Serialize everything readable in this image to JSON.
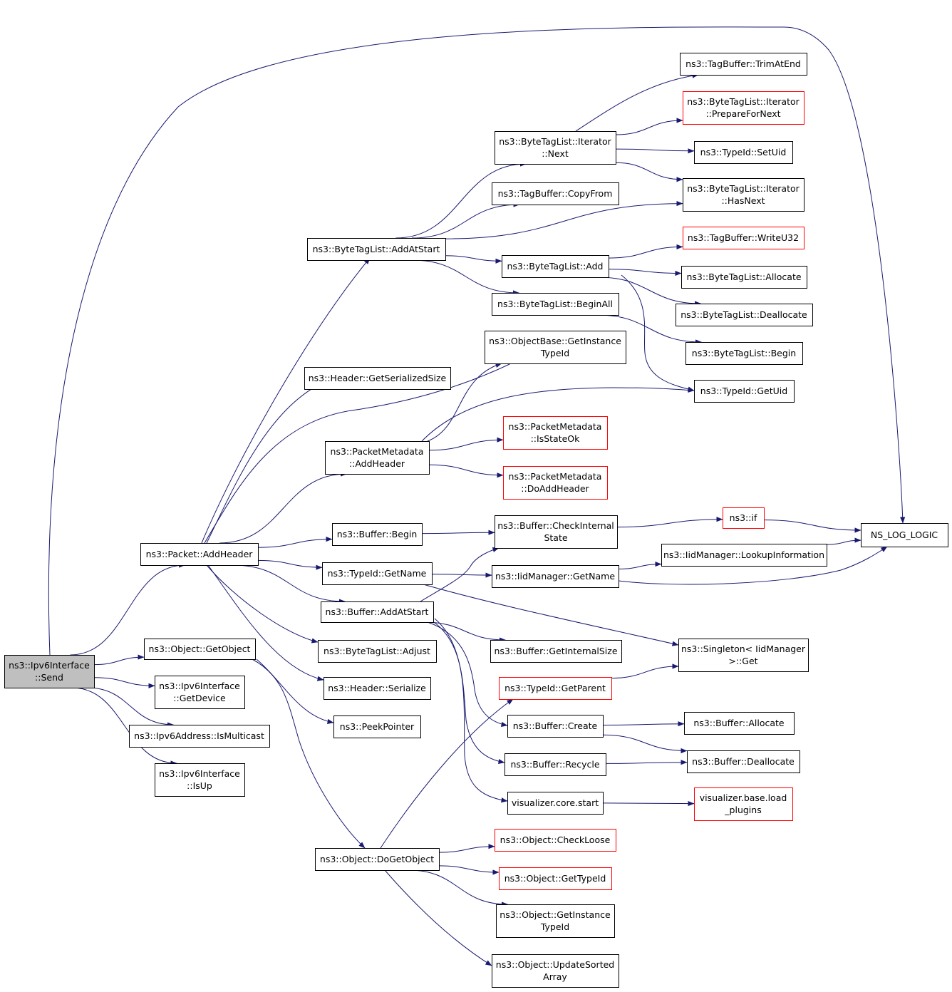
{
  "colors": {
    "edge": "#191970",
    "border_normal": "#000000",
    "border_truncated": "#ff0000",
    "fill_root": "#bfbfbf",
    "fill_normal": "#ffffff"
  },
  "nodes": [
    {
      "id": "send",
      "lines": [
        "ns3::Ipv6Interface",
        "::Send"
      ],
      "kind": "root"
    },
    {
      "id": "addheader",
      "lines": [
        "ns3::Packet::AddHeader"
      ],
      "kind": "normal"
    },
    {
      "id": "getobject",
      "lines": [
        "ns3::Object::GetObject"
      ],
      "kind": "normal"
    },
    {
      "id": "getdevice",
      "lines": [
        "ns3::Ipv6Interface",
        "::GetDevice"
      ],
      "kind": "normal"
    },
    {
      "id": "ismulticast",
      "lines": [
        "ns3::Ipv6Address::IsMulticast"
      ],
      "kind": "normal"
    },
    {
      "id": "isup",
      "lines": [
        "ns3::Ipv6Interface",
        "::IsUp"
      ],
      "kind": "normal"
    },
    {
      "id": "btl_addatstart",
      "lines": [
        "ns3::ByteTagList::AddAtStart"
      ],
      "kind": "normal"
    },
    {
      "id": "hdr_getsersize",
      "lines": [
        "ns3::Header::GetSerializedSize"
      ],
      "kind": "normal"
    },
    {
      "id": "pm_addheader",
      "lines": [
        "ns3::PacketMetadata",
        "::AddHeader"
      ],
      "kind": "normal"
    },
    {
      "id": "buf_begin",
      "lines": [
        "ns3::Buffer::Begin"
      ],
      "kind": "normal"
    },
    {
      "id": "tid_getname",
      "lines": [
        "ns3::TypeId::GetName"
      ],
      "kind": "normal"
    },
    {
      "id": "buf_addatstart",
      "lines": [
        "ns3::Buffer::AddAtStart"
      ],
      "kind": "normal"
    },
    {
      "id": "btl_adjust",
      "lines": [
        "ns3::ByteTagList::Adjust"
      ],
      "kind": "normal"
    },
    {
      "id": "hdr_serialize",
      "lines": [
        "ns3::Header::Serialize"
      ],
      "kind": "normal"
    },
    {
      "id": "peekpointer",
      "lines": [
        "ns3::PeekPointer"
      ],
      "kind": "normal"
    },
    {
      "id": "dogetobject",
      "lines": [
        "ns3::Object::DoGetObject"
      ],
      "kind": "normal"
    },
    {
      "id": "btli_next",
      "lines": [
        "ns3::ByteTagList::Iterator",
        "::Next"
      ],
      "kind": "normal"
    },
    {
      "id": "tb_copyfrom",
      "lines": [
        "ns3::TagBuffer::CopyFrom"
      ],
      "kind": "normal"
    },
    {
      "id": "btl_add",
      "lines": [
        "ns3::ByteTagList::Add"
      ],
      "kind": "normal"
    },
    {
      "id": "btl_beginall",
      "lines": [
        "ns3::ByteTagList::BeginAll"
      ],
      "kind": "normal"
    },
    {
      "id": "ob_getinst",
      "lines": [
        "ns3::ObjectBase::GetInstance",
        "TypeId"
      ],
      "kind": "normal"
    },
    {
      "id": "pm_isstateok",
      "lines": [
        "ns3::PacketMetadata",
        "::IsStateOk"
      ],
      "kind": "truncated"
    },
    {
      "id": "pm_doaddheader",
      "lines": [
        "ns3::PacketMetadata",
        "::DoAddHeader"
      ],
      "kind": "truncated"
    },
    {
      "id": "buf_checkint",
      "lines": [
        "ns3::Buffer::CheckInternal",
        "State"
      ],
      "kind": "normal"
    },
    {
      "id": "iid_getname",
      "lines": [
        "ns3::IidManager::GetName"
      ],
      "kind": "normal"
    },
    {
      "id": "buf_getintsize",
      "lines": [
        "ns3::Buffer::GetInternalSize"
      ],
      "kind": "normal"
    },
    {
      "id": "tid_getparent",
      "lines": [
        "ns3::TypeId::GetParent"
      ],
      "kind": "truncated"
    },
    {
      "id": "buf_create",
      "lines": [
        "ns3::Buffer::Create"
      ],
      "kind": "normal"
    },
    {
      "id": "buf_recycle",
      "lines": [
        "ns3::Buffer::Recycle"
      ],
      "kind": "normal"
    },
    {
      "id": "vis_start",
      "lines": [
        "visualizer.core.start"
      ],
      "kind": "normal"
    },
    {
      "id": "obj_checkloose",
      "lines": [
        "ns3::Object::CheckLoose"
      ],
      "kind": "truncated"
    },
    {
      "id": "obj_gettypeid",
      "lines": [
        "ns3::Object::GetTypeId"
      ],
      "kind": "truncated"
    },
    {
      "id": "obj_getinst",
      "lines": [
        "ns3::Object::GetInstance",
        "TypeId"
      ],
      "kind": "normal"
    },
    {
      "id": "obj_updsorted",
      "lines": [
        "ns3::Object::UpdateSorted",
        "Array"
      ],
      "kind": "normal"
    },
    {
      "id": "tb_trimatend",
      "lines": [
        "ns3::TagBuffer::TrimAtEnd"
      ],
      "kind": "normal"
    },
    {
      "id": "btli_prep",
      "lines": [
        "ns3::ByteTagList::Iterator",
        "::PrepareForNext"
      ],
      "kind": "truncated"
    },
    {
      "id": "tid_setuid",
      "lines": [
        "ns3::TypeId::SetUid"
      ],
      "kind": "normal"
    },
    {
      "id": "btli_hasnext",
      "lines": [
        "ns3::ByteTagList::Iterator",
        "::HasNext"
      ],
      "kind": "normal"
    },
    {
      "id": "tb_writeu32",
      "lines": [
        "ns3::TagBuffer::WriteU32"
      ],
      "kind": "truncated"
    },
    {
      "id": "btl_allocate",
      "lines": [
        "ns3::ByteTagList::Allocate"
      ],
      "kind": "normal"
    },
    {
      "id": "btl_deallocate",
      "lines": [
        "ns3::ByteTagList::Deallocate"
      ],
      "kind": "normal"
    },
    {
      "id": "btl_begin",
      "lines": [
        "ns3::ByteTagList::Begin"
      ],
      "kind": "normal"
    },
    {
      "id": "tid_getuid",
      "lines": [
        "ns3::TypeId::GetUid"
      ],
      "kind": "normal"
    },
    {
      "id": "ns3_if",
      "lines": [
        "ns3::if"
      ],
      "kind": "truncated"
    },
    {
      "id": "ns_log_logic",
      "lines": [
        "NS_LOG_LOGIC"
      ],
      "kind": "normal"
    },
    {
      "id": "iid_lookup",
      "lines": [
        "ns3::IidManager::LookupInformation"
      ],
      "kind": "normal"
    },
    {
      "id": "singleton_get",
      "lines": [
        "ns3::Singleton< IidManager",
        ">::Get"
      ],
      "kind": "normal"
    },
    {
      "id": "buf_allocate",
      "lines": [
        "ns3::Buffer::Allocate"
      ],
      "kind": "normal"
    },
    {
      "id": "buf_deallocate",
      "lines": [
        "ns3::Buffer::Deallocate"
      ],
      "kind": "normal"
    },
    {
      "id": "vis_loadplugins",
      "lines": [
        "visualizer.base.load",
        "_plugins"
      ],
      "kind": "truncated"
    }
  ],
  "edges": [
    [
      "send",
      "addheader"
    ],
    [
      "send",
      "getobject"
    ],
    [
      "send",
      "getdevice"
    ],
    [
      "send",
      "ismulticast"
    ],
    [
      "send",
      "isup"
    ],
    [
      "send",
      "ns_log_logic"
    ],
    [
      "addheader",
      "btl_addatstart"
    ],
    [
      "addheader",
      "hdr_getsersize"
    ],
    [
      "addheader",
      "ob_getinst"
    ],
    [
      "addheader",
      "pm_addheader"
    ],
    [
      "addheader",
      "buf_begin"
    ],
    [
      "addheader",
      "tid_getname"
    ],
    [
      "addheader",
      "buf_addatstart"
    ],
    [
      "addheader",
      "btl_adjust"
    ],
    [
      "addheader",
      "hdr_serialize"
    ],
    [
      "getobject",
      "peekpointer"
    ],
    [
      "getobject",
      "dogetobject"
    ],
    [
      "btl_addatstart",
      "btli_next"
    ],
    [
      "btl_addatstart",
      "tb_copyfrom"
    ],
    [
      "btl_addatstart",
      "btli_hasnext"
    ],
    [
      "btl_addatstart",
      "btl_add"
    ],
    [
      "btl_addatstart",
      "btl_beginall"
    ],
    [
      "btli_next",
      "tb_trimatend"
    ],
    [
      "btli_next",
      "btli_prep"
    ],
    [
      "btli_next",
      "tid_setuid"
    ],
    [
      "btli_next",
      "btli_hasnext"
    ],
    [
      "btl_add",
      "tb_writeu32"
    ],
    [
      "btl_add",
      "btl_allocate"
    ],
    [
      "btl_add",
      "btl_deallocate"
    ],
    [
      "btl_add",
      "tid_getuid"
    ],
    [
      "btl_beginall",
      "btl_begin"
    ],
    [
      "pm_addheader",
      "ob_getinst"
    ],
    [
      "pm_addheader",
      "tid_getuid"
    ],
    [
      "pm_addheader",
      "pm_isstateok"
    ],
    [
      "pm_addheader",
      "pm_doaddheader"
    ],
    [
      "buf_begin",
      "buf_checkint"
    ],
    [
      "tid_getname",
      "iid_getname"
    ],
    [
      "tid_getname",
      "singleton_get"
    ],
    [
      "buf_addatstart",
      "buf_checkint"
    ],
    [
      "buf_addatstart",
      "buf_getintsize"
    ],
    [
      "buf_addatstart",
      "buf_create"
    ],
    [
      "buf_addatstart",
      "buf_recycle"
    ],
    [
      "buf_addatstart",
      "vis_start"
    ],
    [
      "buf_checkint",
      "ns3_if"
    ],
    [
      "ns3_if",
      "ns_log_logic"
    ],
    [
      "iid_getname",
      "iid_lookup"
    ],
    [
      "iid_getname",
      "ns_log_logic"
    ],
    [
      "iid_lookup",
      "ns_log_logic"
    ],
    [
      "tid_getparent",
      "singleton_get"
    ],
    [
      "buf_create",
      "buf_allocate"
    ],
    [
      "buf_create",
      "buf_deallocate"
    ],
    [
      "buf_recycle",
      "buf_deallocate"
    ],
    [
      "vis_start",
      "vis_loadplugins"
    ],
    [
      "dogetobject",
      "tid_getparent"
    ],
    [
      "dogetobject",
      "obj_checkloose"
    ],
    [
      "dogetobject",
      "obj_gettypeid"
    ],
    [
      "dogetobject",
      "obj_getinst"
    ],
    [
      "dogetobject",
      "obj_updsorted"
    ]
  ]
}
